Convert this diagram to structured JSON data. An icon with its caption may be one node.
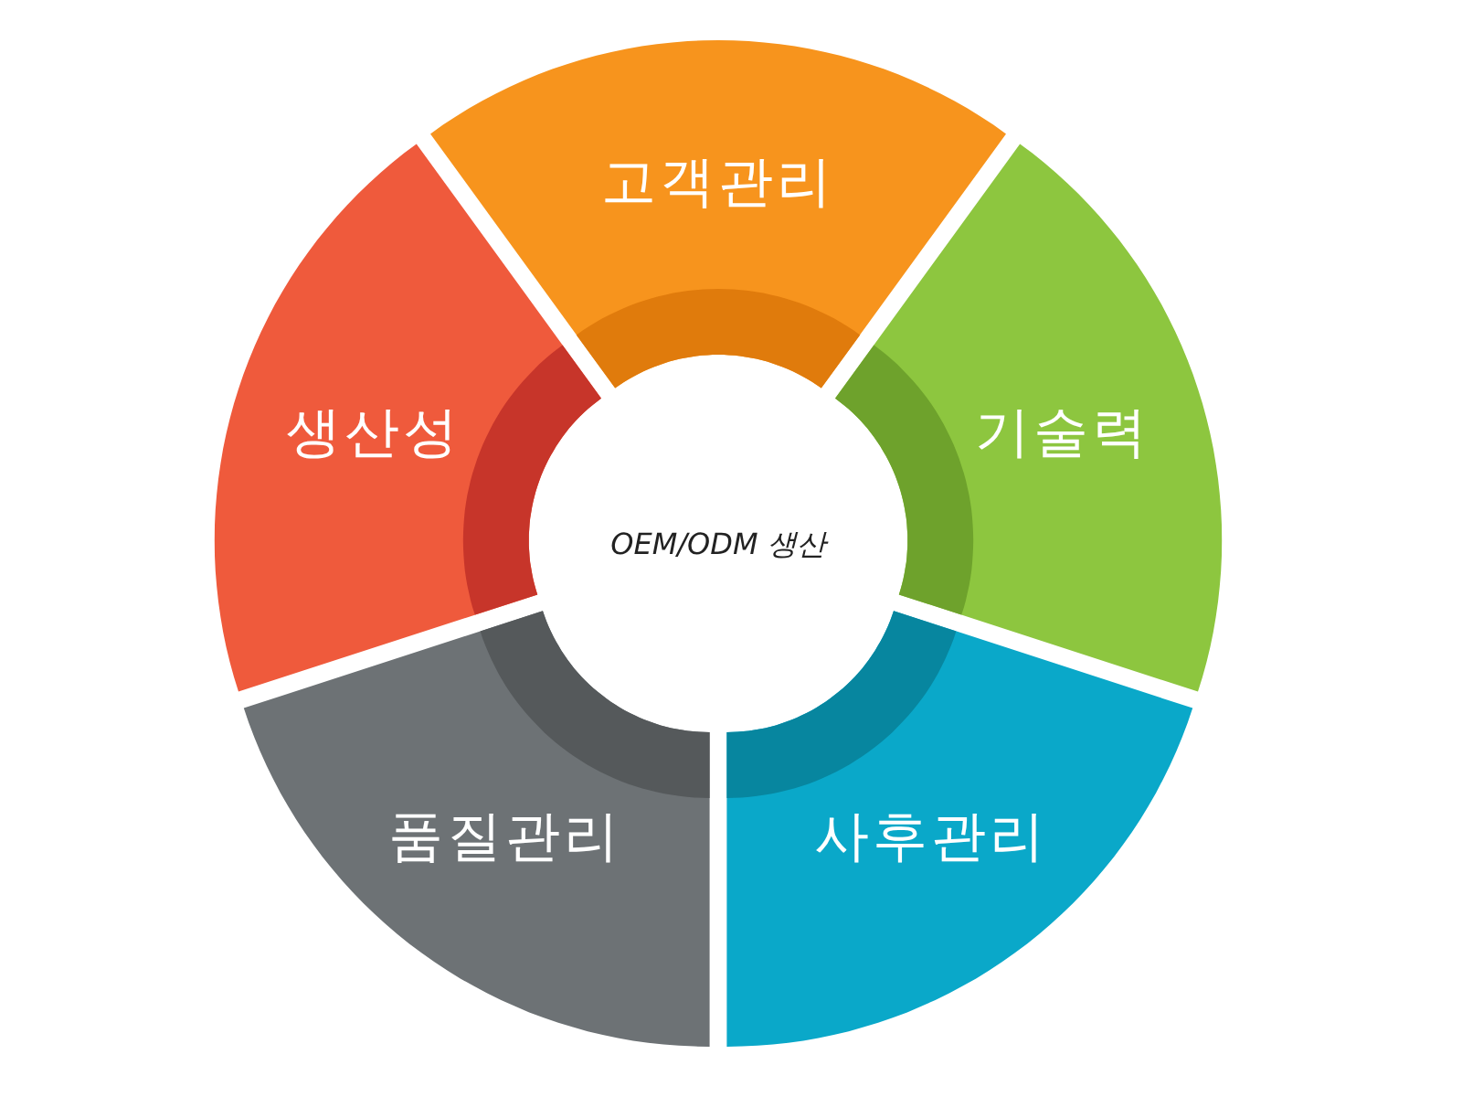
{
  "diagram": {
    "nodes": [
      {
        "text": [
          "고객관리"
        ]
      },
      {
        "text": [
          "생산성"
        ]
      },
      {
        "text": [
          "기술력"
        ]
      },
      {
        "text": [
          "OEM/ODM 생산"
        ]
      },
      {
        "text": [
          "품질관리"
        ]
      },
      {
        "text": [
          "사후관리"
        ]
      }
    ]
  }
}
